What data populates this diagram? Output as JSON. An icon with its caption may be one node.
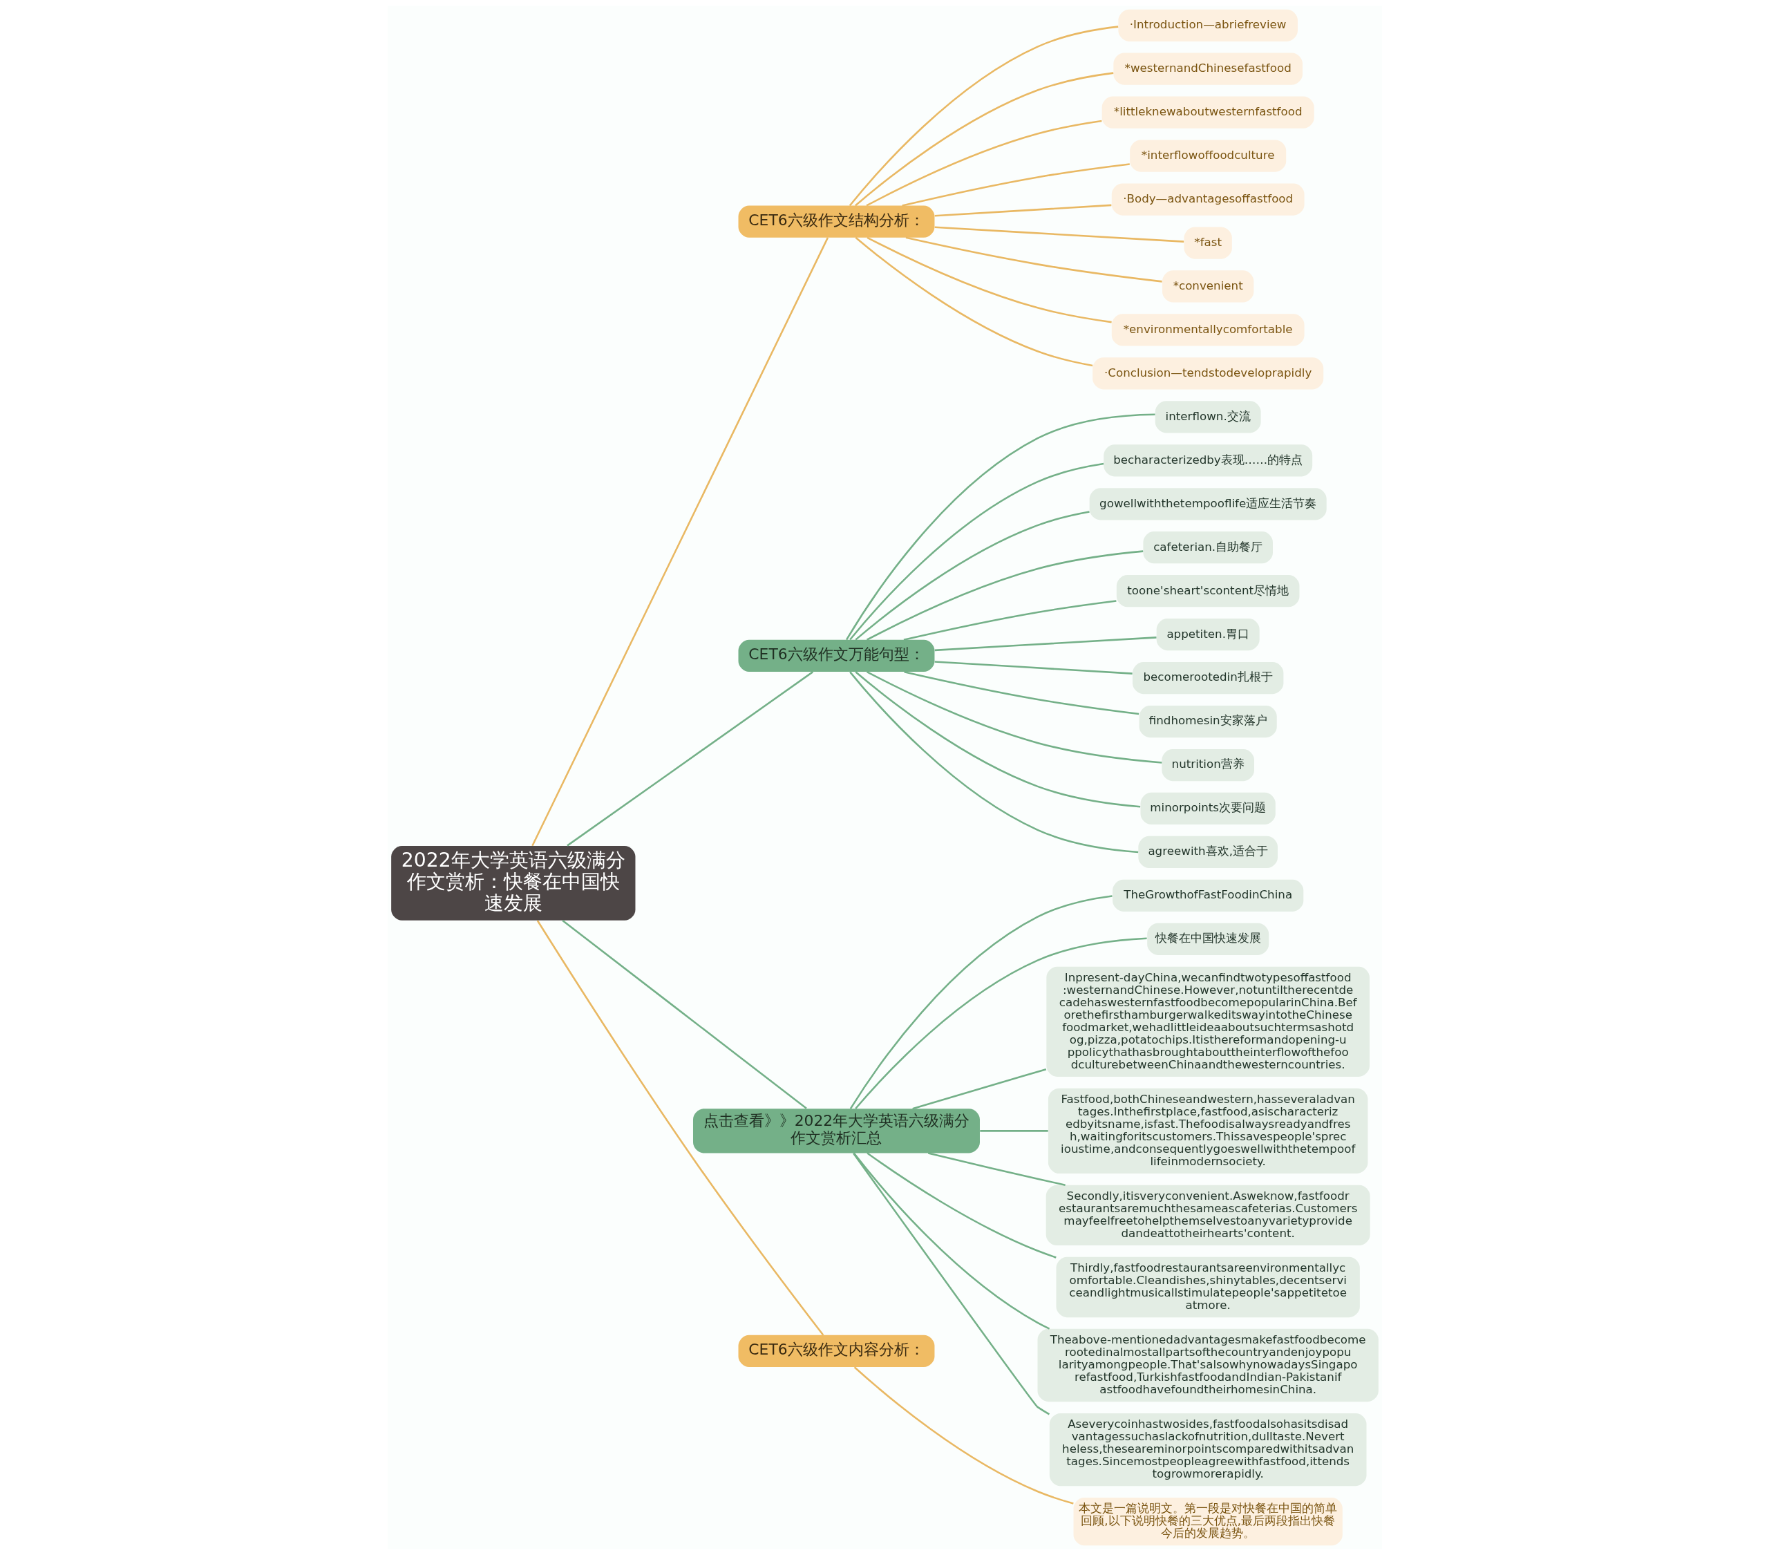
{
  "diagram": {
    "nodes": [
      {
        "text": [
          "2022年大学英语六级满分作文赏析：快餐在中国快速发展"
        ]
      },
      {
        "text": [
          "CET6六级作文结构分析："
        ]
      },
      {
        "text": [
          "·Introduction—abriefreview"
        ]
      },
      {
        "text": [
          "*westernandChinesefastfood"
        ]
      },
      {
        "text": [
          "*littleknewaboutwesternfastfood"
        ]
      },
      {
        "text": [
          "*interflowoffoodculture"
        ]
      },
      {
        "text": [
          "·Body—advantagesoffastfood"
        ]
      },
      {
        "text": [
          "*fast"
        ]
      },
      {
        "text": [
          "*convenient"
        ]
      },
      {
        "text": [
          "*environmentallycomfortable"
        ]
      },
      {
        "text": [
          "·Conclusion—tendstodeveloprapidly"
        ]
      },
      {
        "text": [
          "CET6六级作文万能句型："
        ]
      },
      {
        "text": [
          "interflown.交流"
        ]
      },
      {
        "text": [
          "becharacterizedby表现……的特点"
        ]
      },
      {
        "text": [
          "gowellwiththetempooflife适应生活节奏"
        ]
      },
      {
        "text": [
          "cafeterian.自助餐厅"
        ]
      },
      {
        "text": [
          "toone'sheart'scontent尽情地"
        ]
      },
      {
        "text": [
          "appetiten.胃口"
        ]
      },
      {
        "text": [
          "becomerootedin扎根于"
        ]
      },
      {
        "text": [
          "findhomesin安家落户"
        ]
      },
      {
        "text": [
          "nutrition营养"
        ]
      },
      {
        "text": [
          "minorpoints次要问题"
        ]
      },
      {
        "text": [
          "agreewith喜欢,适合于"
        ]
      },
      {
        "text": [
          "点击查看》》2022年大学英语六级满分作文赏析汇总"
        ]
      },
      {
        "text": [
          "TheGrowthofFastFoodinChina"
        ]
      },
      {
        "text": [
          "快餐在中国快速发展"
        ]
      },
      {
        "text": [
          "Inpresent-dayChina,wecanfindtwotypesoffastfood:westernandChinese.However,notuntiltherecentdecadehaswesternfastfoodbecomepopularinChina.BeforethefirsthamburgerwalkeditswayintotheChinesefoodmarket,wehadlittleideaaboutsuchtermsashotdog,pizza,potatochips.Itisthereformandopening-uppolicythathasbroughtabouttheinterflowofthefoodculturebetweenChinaandthewesterncountries."
        ]
      },
      {
        "text": [
          "Fastfood,bothChineseandwestern,hasseveraladvantages.Inthefirstplace,fastfood,asischaracterizedbyitsname,isfast.Thefoodisalwaysreadyandfresh,waitingforitscustomers.Thissavespeople'sprecioustime,andconsequentlygoeswellwiththetempooflifeinmodernsociety."
        ]
      },
      {
        "text": [
          "Secondly,itisveryconvenient.Asweknow,fastfoodrestaurantsaremuchthesameascafeterias.Customersmayfeelfreetohelpthemselvestoanyvarietyprovidedandeattotheirhearts'content."
        ]
      },
      {
        "text": [
          "Thirdly,fastfoodrestaurantsareenvironmentallycomfortable.Cleandishes,shinytables,decentserviceandlightmusicallstimulatepeople'sappetitetoeatmore."
        ]
      },
      {
        "text": [
          "Theabove-mentionedadvantagesmakefastfoodbecomerootedinalmostallpartsofthecountryandenjoypopularityamongpeople.That'salsowhynowadaysSingaporefastfood,TurkishfastfoodandIndian-PakistanifastfoodhavefoundtheirhomesinChina."
        ]
      },
      {
        "text": [
          "Aseverycoinhastwosides,fastfoodalsohasitsdisadvantagessuchaslackofnutrition,dulltaste.Nevertheless,theseareminorpointscomparedwithitsadvantages.Sincemostpeopleagreewithfastfood,ittendstogrowmorerapidly."
        ]
      },
      {
        "text": [
          "CET6六级作文内容分析："
        ]
      },
      {
        "text": [
          "本文是一篇说明文。第一段是对快餐在中国的简单回顾,以下说明快餐的三大优点,最后两段指出快餐今后的发展趋势。"
        ]
      }
    ],
    "edges": [
      {
        "from": 0,
        "to": 1,
        "arrow": "none",
        "color": "#e9b863"
      },
      {
        "from": 1,
        "to": 2,
        "arrow": "none",
        "color": "#e9b863"
      },
      {
        "from": 1,
        "to": 3,
        "arrow": "none",
        "color": "#e9b863"
      },
      {
        "from": 1,
        "to": 4,
        "arrow": "none",
        "color": "#e9b863"
      },
      {
        "from": 1,
        "to": 5,
        "arrow": "none",
        "color": "#e9b863"
      },
      {
        "from": 1,
        "to": 6,
        "arrow": "none",
        "color": "#e9b863"
      },
      {
        "from": 1,
        "to": 7,
        "arrow": "none",
        "color": "#e9b863"
      },
      {
        "from": 1,
        "to": 8,
        "arrow": "none",
        "color": "#e9b863"
      },
      {
        "from": 1,
        "to": 9,
        "arrow": "none",
        "color": "#e9b863"
      },
      {
        "from": 1,
        "to": 10,
        "arrow": "none",
        "color": "#e9b863"
      },
      {
        "from": 0,
        "to": 11,
        "arrow": "none"
      },
      {
        "from": 11,
        "to": 12,
        "arrow": "none"
      },
      {
        "from": 11,
        "to": 13,
        "arrow": "none"
      },
      {
        "from": 11,
        "to": 14,
        "arrow": "none"
      },
      {
        "from": 11,
        "to": 15,
        "arrow": "none"
      },
      {
        "from": 11,
        "to": 16,
        "arrow": "none"
      },
      {
        "from": 11,
        "to": 17,
        "arrow": "none"
      },
      {
        "from": 11,
        "to": 18,
        "arrow": "none"
      },
      {
        "from": 11,
        "to": 19,
        "arrow": "none"
      },
      {
        "from": 11,
        "to": 20,
        "arrow": "none"
      },
      {
        "from": 11,
        "to": 21,
        "arrow": "none"
      },
      {
        "from": 11,
        "to": 22,
        "arrow": "none"
      },
      {
        "from": 0,
        "to": 23,
        "arrow": "none"
      },
      {
        "from": 23,
        "to": 24,
        "arrow": "none"
      },
      {
        "from": 23,
        "to": 25,
        "arrow": "none"
      },
      {
        "from": 23,
        "to": 26,
        "arrow": "none"
      },
      {
        "from": 23,
        "to": 27,
        "arrow": "none"
      },
      {
        "from": 23,
        "to": 28,
        "arrow": "none"
      },
      {
        "from": 23,
        "to": 29,
        "arrow": "none"
      },
      {
        "from": 23,
        "to": 30,
        "arrow": "none"
      },
      {
        "from": 23,
        "to": 31,
        "arrow": "none"
      },
      {
        "from": 0,
        "to": 32,
        "arrow": "none",
        "color": "#e9b863"
      },
      {
        "from": 32,
        "to": 33,
        "arrow": "none",
        "color": "#e9b863"
      }
    ]
  }
}
